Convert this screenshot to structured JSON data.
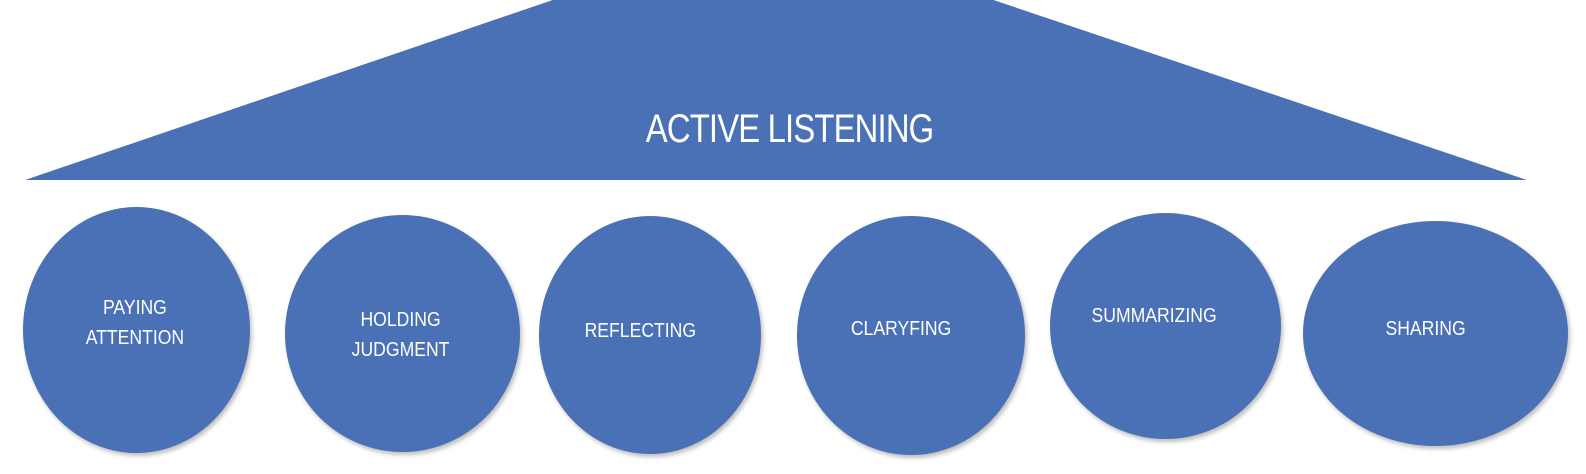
{
  "diagram": {
    "title": "ACTIVE LISTENING",
    "color": "#4a70b5",
    "pillars": [
      {
        "label": "PAYING\nATTENTION"
      },
      {
        "label": "HOLDING\nJUDGMENT"
      },
      {
        "label": "REFLECTING"
      },
      {
        "label": "CLARYFING"
      },
      {
        "label": "SUMMARIZING"
      },
      {
        "label": "SHARING"
      }
    ]
  }
}
